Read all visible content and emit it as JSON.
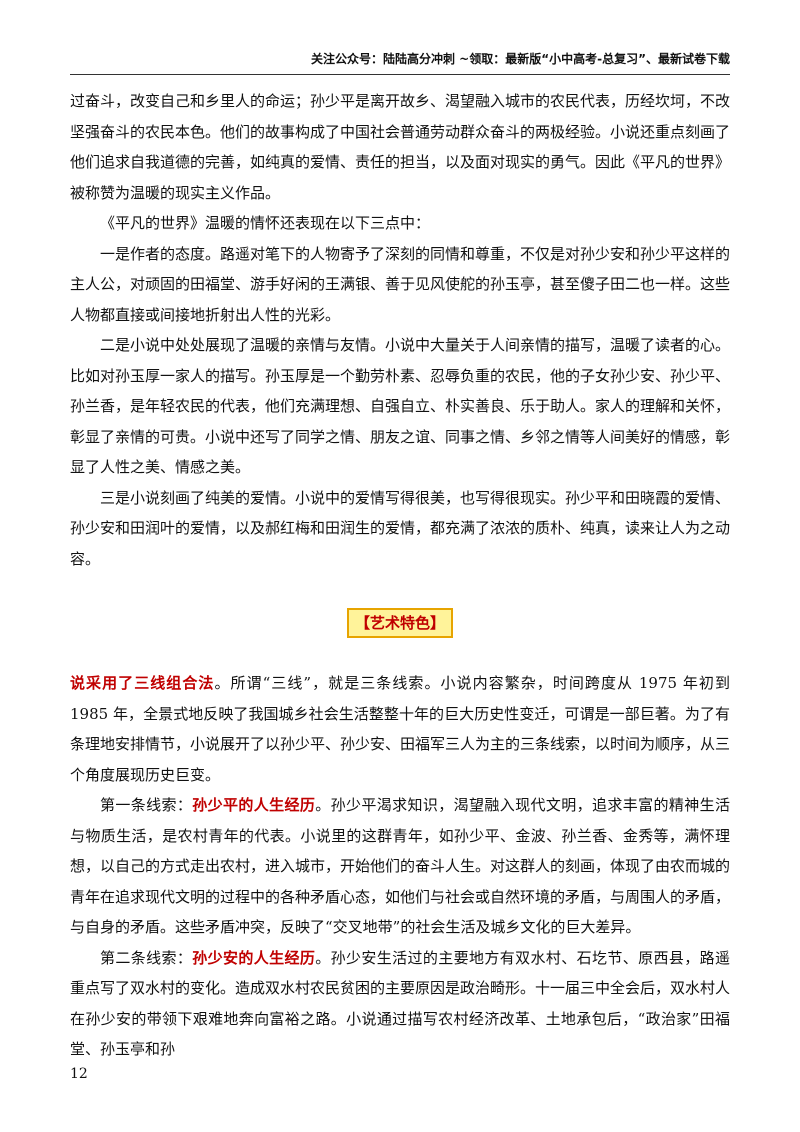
{
  "header": {
    "text": "关注公众号：陆陆高分冲刺 ~领取：最新版“小中高考-总复习”、最新试卷下载"
  },
  "paragraphs_top": [
    "过奋斗，改变自己和乡里人的命运；孙少平是离开故乡、渴望融入城市的农民代表，历经坎坷，不改坚强奋斗的农民本色。他们的故事构成了中国社会普通劳动群众奋斗的两极经验。小说还重点刻画了他们追求自我道德的完善，如纯真的爱情、责任的担当，以及面对现实的勇气。因此《平凡的世界》被称赞为温暖的现实主义作品。",
    "《平凡的世界》温暖的情怀还表现在以下三点中：",
    "一是作者的态度。路遥对笔下的人物寄予了深刻的同情和尊重，不仅是对孙少安和孙少平这样的主人公，对顽固的田福堂、游手好闲的王满银、善于见风使舵的孙玉亭，甚至傻子田二也一样。这些人物都直接或间接地折射出人性的光彩。",
    "二是小说中处处展现了温暖的亲情与友情。小说中大量关于人间亲情的描写，温暖了读者的心。比如对孙玉厚一家人的描写。孙玉厚是一个勤劳朴素、忍辱负重的农民，他的子女孙少安、孙少平、孙兰香，是年轻农民的代表，他们充满理想、自强自立、朴实善良、乐于助人。家人的理解和关怀，彰显了亲情的可贵。小说中还写了同学之情、朋友之谊、同事之情、乡邻之情等人间美好的情感，彰显了人性之美、情感之美。",
    "三是小说刻画了纯美的爱情。小说中的爱情写得很美，也写得很现实。孙少平和田晓霞的爱情、孙少安和田润叶的爱情，以及郝红梅和田润生的爱情，都充满了浓浓的质朴、纯真，读来让人为之动容。"
  ],
  "section_title": "【艺术特色】",
  "art": {
    "p1_lead": "说采用了三线组合法",
    "p1_rest": "。所谓“三线”，就是三条线索。小说内容繁杂，时间跨度从 1975 年初到 1985 年，全景式地反映了我国城乡社会生活整整十年的巨大历史性变迁，可谓是一部巨著。为了有条理地安排情节，小说展开了以孙少平、孙少安、田福军三人为主的三条线索，以时间为顺序，从三个角度展现历史巨变。",
    "p2_pre": "第一条线索：",
    "p2_lead": "孙少平的人生经历",
    "p2_rest": "。孙少平渴求知识，渴望融入现代文明，追求丰富的精神生活与物质生活，是农村青年的代表。小说里的这群青年，如孙少平、金波、孙兰香、金秀等，满怀理想，以自己的方式走出农村，进入城市，开始他们的奋斗人生。对这群人的刻画，体现了由农而城的青年在追求现代文明的过程中的各种矛盾心态，如他们与社会或自然环境的矛盾，与周围人的矛盾，与自身的矛盾。这些矛盾冲突，反映了“交叉地带”的社会生活及城乡文化的巨大差异。",
    "p3_pre": "第二条线索：",
    "p3_lead": "孙少安的人生经历",
    "p3_rest": "。孙少安生活过的主要地方有双水村、石圪节、原西县，路遥重点写了双水村的变化。造成双水村农民贫困的主要原因是政治畸形。十一届三中全会后，双水村人在孙少安的带领下艰难地奔向富裕之路。小说通过描写农村经济改革、土地承包后，“政治家”田福堂、孙玉亭和孙"
  },
  "page_number": "12",
  "colors": {
    "emphasis_red": "#c00000",
    "title_bg": "#fff39a",
    "title_border": "#e7a400"
  }
}
